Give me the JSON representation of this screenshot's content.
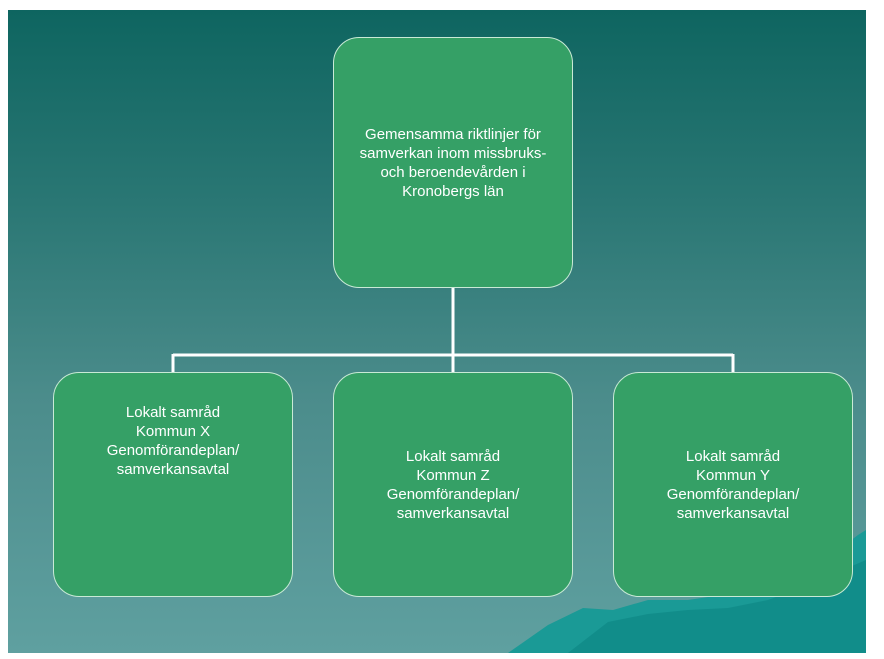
{
  "diagram": {
    "top_box": {
      "lines": [
        "Gemensamma riktlinjer för",
        "samverkan inom missbruks-",
        "och beroendevården i",
        "Kronobergs län"
      ]
    },
    "children": [
      {
        "lines": [
          "Lokalt samråd",
          "Kommun X",
          "Genomförandeplan/",
          "samverkansavtal"
        ]
      },
      {
        "lines": [
          "Lokalt samråd",
          "Kommun Z",
          "Genomförandeplan/",
          "samverkansavtal"
        ]
      },
      {
        "lines": [
          "Lokalt samråd",
          "Kommun Y",
          "Genomförandeplan/",
          "samverkansavtal"
        ]
      }
    ]
  },
  "colors": {
    "box_fill": "#35a066",
    "box_border": "#c9ead6",
    "connector": "#ffffff",
    "background_top": "#0e6560",
    "background_bottom": "#5fa0a0"
  }
}
